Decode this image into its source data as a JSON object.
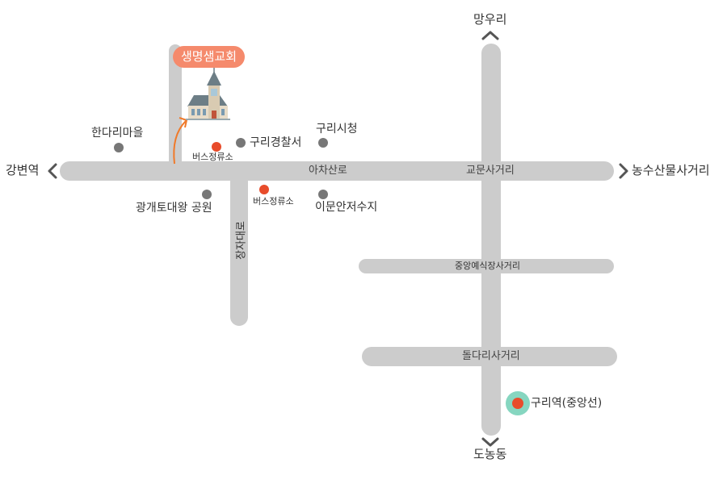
{
  "roads": {
    "main_horizontal": "아차산로",
    "second_horizontal": "교문사거리",
    "vertical_avenue": "장자대로",
    "junction_1": "중앙예식장사거리",
    "junction_2": "돌다리사거리"
  },
  "directions": {
    "north": "망우리",
    "south": "도농동",
    "west": "강변역",
    "east": "농수산물사거리"
  },
  "landmarks": {
    "church": "생명샘교회",
    "handari": "한다리마을",
    "police": "구리경찰서",
    "city_hall": "구리시청",
    "park": "광개토대왕 공원",
    "reservoir": "이문안저수지",
    "bus_stop_1": "버스정류소",
    "bus_stop_2": "버스정류소",
    "station": "구리역(중앙선)"
  },
  "colors": {
    "road": "#cccccc",
    "church_tag": "#f58a6c",
    "bus_stop": "#e84c2b",
    "poi": "#777777",
    "station_ring": "#86d6c0",
    "route_arrow": "#f07a2a"
  }
}
